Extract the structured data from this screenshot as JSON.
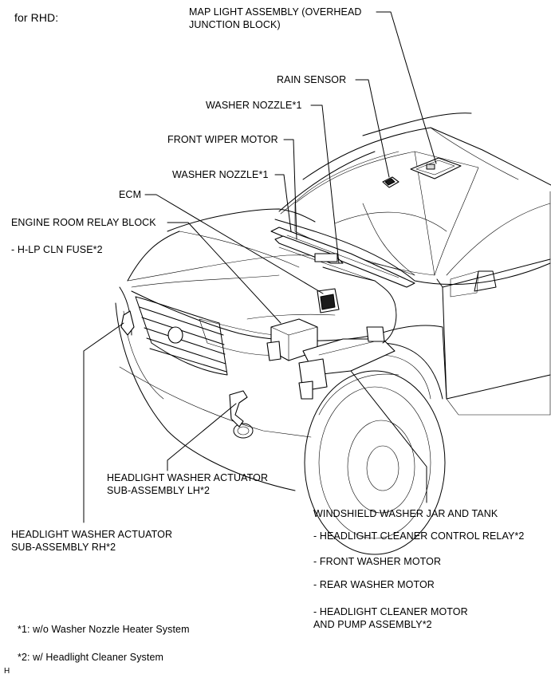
{
  "header": {
    "text": "for RHD:"
  },
  "labels": {
    "map_light": "MAP LIGHT ASSEMBLY (OVERHEAD\nJUNCTION BLOCK)",
    "rain_sensor": "RAIN SENSOR",
    "washer_nozzle_upper": "WASHER NOZZLE*1",
    "front_wiper_motor": "FRONT WIPER MOTOR",
    "washer_nozzle_lower": "WASHER NOZZLE*1",
    "ecm": "ECM",
    "engine_room_relay_block": "ENGINE ROOM RELAY BLOCK",
    "hlp_cln_fuse": "- H-LP CLN FUSE*2",
    "headlight_washer_lh": "HEADLIGHT WASHER ACTUATOR\nSUB-ASSEMBLY LH*2",
    "headlight_washer_rh": "HEADLIGHT WASHER ACTUATOR\nSUB-ASSEMBLY RH*2",
    "windshield_washer_jar": "WINDSHIELD WASHER JAR AND TANK",
    "headlight_cleaner_relay": "- HEADLIGHT CLEANER CONTROL RELAY*2",
    "front_washer_motor": "- FRONT WASHER MOTOR",
    "rear_washer_motor": "- REAR WASHER MOTOR",
    "headlight_cleaner_motor": "- HEADLIGHT CLEANER MOTOR\nAND PUMP ASSEMBLY*2"
  },
  "notes": {
    "note1": "*1: w/o Washer Nozzle Heater System",
    "note2": "*2: w/ Headlight Cleaner System"
  },
  "corner_mark": "H"
}
